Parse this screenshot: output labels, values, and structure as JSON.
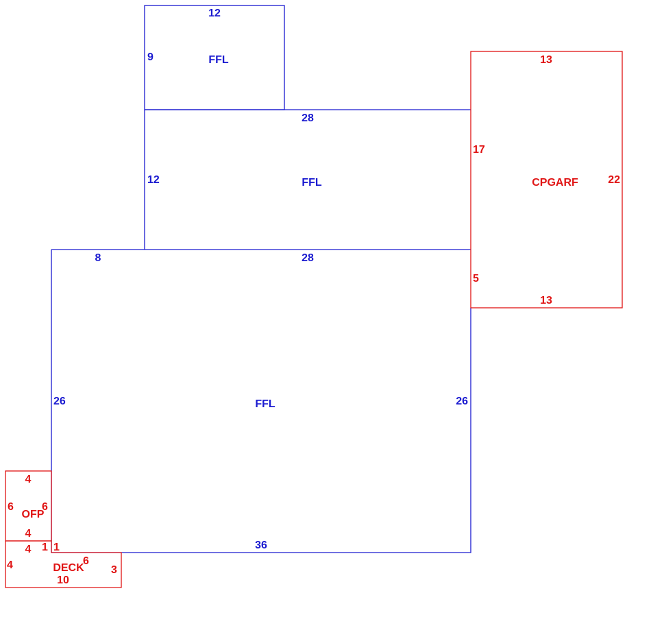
{
  "colors": {
    "living": "#1a1ad0",
    "other": "#e01414"
  },
  "areas": {
    "ffl_top": {
      "label": "FFL",
      "dims": {
        "top": "12",
        "left": "9"
      }
    },
    "ffl_mid": {
      "label": "FFL",
      "dims": {
        "top": "28",
        "left": "12"
      }
    },
    "ffl_main": {
      "label": "FFL",
      "dims": {
        "top_left": "8",
        "top": "28",
        "left": "26",
        "right": "26",
        "bottom": "36"
      }
    },
    "cpgarf": {
      "label": "CPGARF",
      "dims": {
        "top": "13",
        "left_upper": "17",
        "right": "22",
        "left_lower": "5",
        "bottom": "13"
      }
    },
    "ofp": {
      "label": "OFP",
      "dims": {
        "top": "4",
        "left": "6",
        "right": "6",
        "bottom": "4"
      }
    },
    "deck": {
      "label": "DECK",
      "dims": {
        "top": "4",
        "top_a": "1",
        "top_b": "1",
        "left": "4",
        "inner": "6",
        "right": "3",
        "bottom": "10"
      }
    }
  }
}
